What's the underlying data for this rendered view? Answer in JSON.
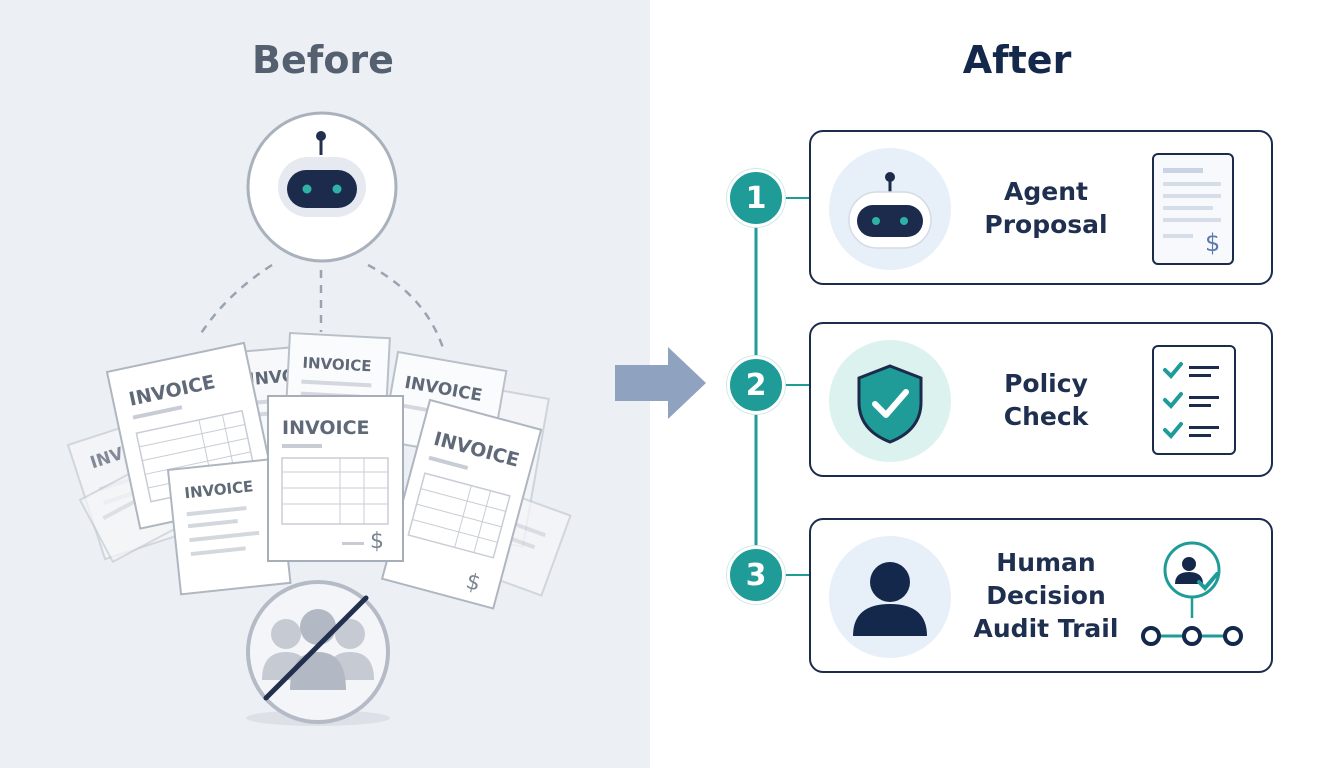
{
  "before": {
    "heading": "Before",
    "invoice_labels": [
      "INVOICE",
      "INVOICE",
      "INVOICE",
      "INVOICE",
      "INVOICE",
      "INVOICE",
      "INVOIC",
      "INVO"
    ],
    "dollar_sign": "$"
  },
  "after": {
    "heading": "After",
    "steps": [
      {
        "number": "1",
        "label_lines": [
          "Agent",
          "Proposal"
        ],
        "icon": "robot-icon",
        "side_icon": "invoice-document-icon"
      },
      {
        "number": "2",
        "label_lines": [
          "Policy",
          "Check"
        ],
        "icon": "shield-check-icon",
        "side_icon": "checklist-icon"
      },
      {
        "number": "3",
        "label_lines": [
          "Human",
          "Decision",
          "Audit Trail"
        ],
        "icon": "person-icon",
        "side_icon": "approval-flow-icon"
      }
    ],
    "dollar_sign": "$"
  },
  "colors": {
    "teal": "#1f9c98",
    "navy": "#14284c",
    "slate": "#545f6f",
    "left_bg": "#eceff4"
  }
}
